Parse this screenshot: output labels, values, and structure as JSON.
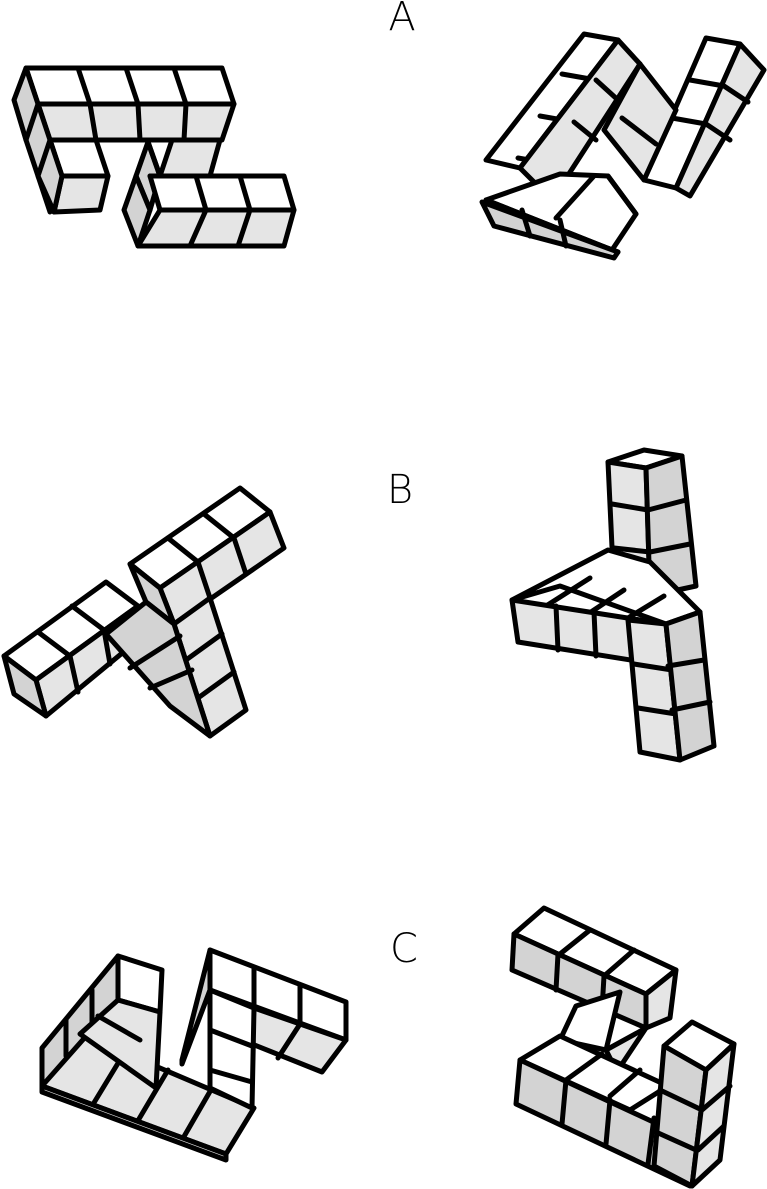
{
  "figure": {
    "colors": {
      "stroke": "#000000",
      "top_face": "#ffffff",
      "side_face": "#e5e5e5",
      "shade_face": "#d3d3d3"
    },
    "pairs": [
      {
        "label": "A"
      },
      {
        "label": "B"
      },
      {
        "label": "C"
      }
    ]
  }
}
